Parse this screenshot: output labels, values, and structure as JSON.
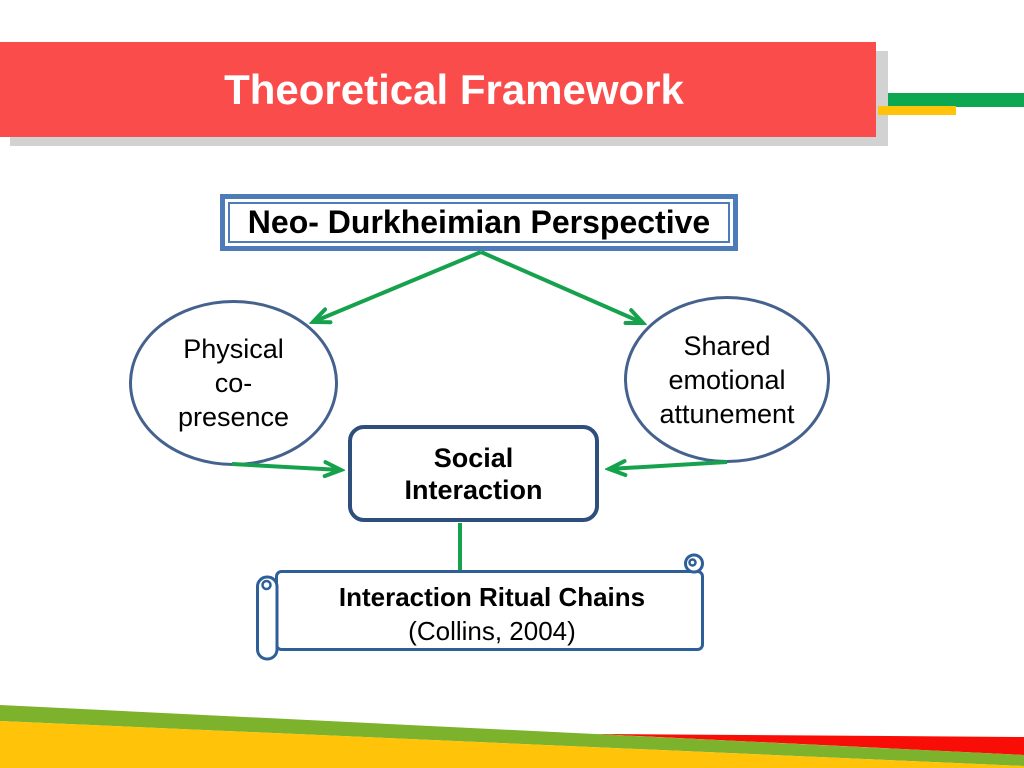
{
  "slide": {
    "title": "Theoretical Framework"
  },
  "diagram": {
    "top_box": {
      "label": "Neo- Durkheimian Perspective"
    },
    "left_ellipse": {
      "lines": [
        "Physical",
        "co-",
        "presence"
      ]
    },
    "right_ellipse": {
      "lines": [
        "Shared",
        "emotional",
        "attunement"
      ]
    },
    "center_box": {
      "lines": [
        "Social",
        "Interaction"
      ]
    },
    "scroll": {
      "title": "Interaction Ritual Chains",
      "subtitle": "(Collins, 2004)"
    }
  },
  "colors": {
    "banner_red": "#FB4C4C",
    "banner_shadow_gray": "#D2D2D2",
    "title_text_white": "#FFFFFF",
    "accent_bar_green": "#0BA751",
    "accent_bar_yellow": "#FFC40A",
    "arrow_green": "#16A24D",
    "top_box_border_blue": "#4E7CB8",
    "ellipse_border_blue": "#45618D",
    "center_box_border_blue": "#2E4E7C",
    "scroll_border_blue": "#2E5F98",
    "stripe_green": "#7CB22C",
    "stripe_yellow": "#FFC40A",
    "stripe_red": "#F90D07",
    "body_text_black": "#000000"
  }
}
